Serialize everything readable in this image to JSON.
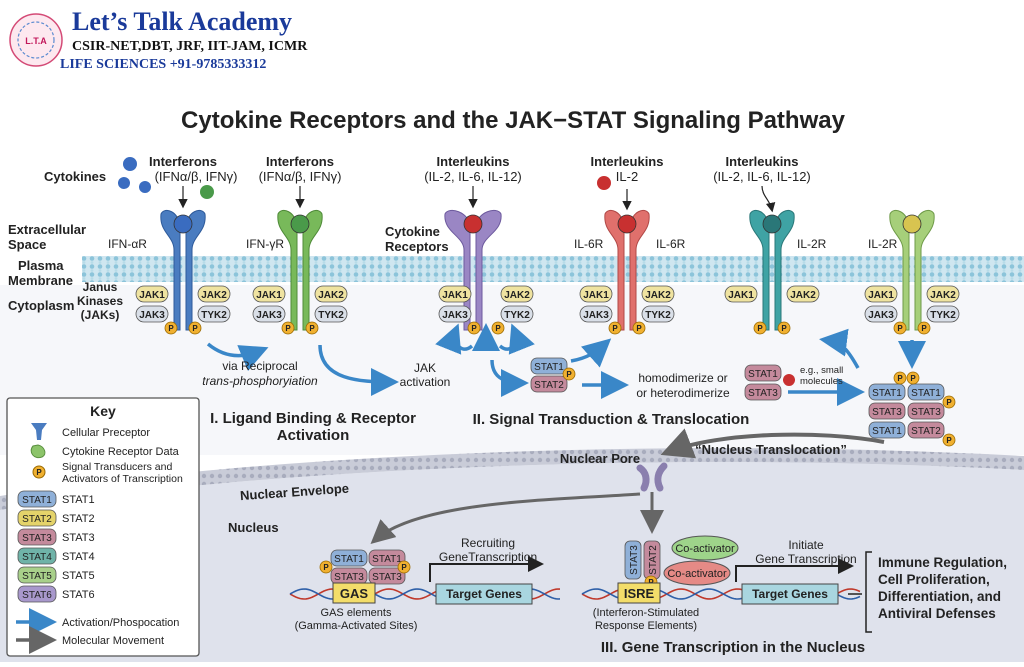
{
  "brand": {
    "name": "Let’s Talk Academy",
    "line2": "CSIR-NET,DBT, JRF, IIT-JAM, ICMR",
    "line3": "LIFE SCIENCES  +91-9785333312",
    "logo_text": "L.T.A"
  },
  "title": "Cytokine Receptors and the JAK−STAT Signaling Pathway",
  "regions": {
    "extracellular": [
      "Extracellular",
      "Space"
    ],
    "membrane": [
      "Plasma",
      "Membrane"
    ],
    "cytoplasm": "Cytoplasm",
    "nuclear_envelope": "Nuclear Envelope",
    "nucleus": "Nucleus",
    "nuclear_pore": "Nuclear Pore"
  },
  "cytokines_label": "Cytokines",
  "jak_label": [
    "Janus",
    "Kinases",
    "(JAKs)"
  ],
  "cytokine_receptors_label": [
    "Cytokine",
    "Receptors"
  ],
  "receptor_headers": [
    [
      "Interferons",
      "(IFNα/β, IFNγ)"
    ],
    [
      "Interferons",
      "(IFNα/β, IFNγ)"
    ],
    [
      "Interleukins",
      "(IL-2, IL-6, IL-12)"
    ],
    [
      "Interleukins",
      "IL-2"
    ],
    [
      "Interleukins",
      "(IL-2, IL-6, IL-12)"
    ]
  ],
  "receptor_labels": [
    "IFN-αR",
    "IFN-γR",
    "IL-6R",
    "IL-6R",
    "IL-2R",
    "IL-2R"
  ],
  "jaks": {
    "jak1": "JAK1",
    "jak2": "JAK2",
    "jak3": "JAK3",
    "tyk2": "TYK2"
  },
  "p": "P",
  "arrow_texts": {
    "reciprocal": [
      "via Reciprocal",
      "trans-phosphoryiation"
    ],
    "jak_activation": [
      "JAK",
      "activation"
    ],
    "dimerize": [
      "homodimerize or",
      "or heterodimerize"
    ],
    "small_molecules": [
      "e.g., small",
      "molecules"
    ],
    "nucleus_translocation": "“Nucleus Translocation”",
    "recruiting": [
      "Recruiting",
      "GeneTranscription"
    ],
    "initiate": [
      "Initiate",
      "Gene Transcription"
    ]
  },
  "stats": {
    "stat1": "STAT1",
    "stat2": "STAT2",
    "stat3": "STAT3"
  },
  "sections": {
    "s1": [
      "I. Ligand Binding & Receptor",
      "Activation"
    ],
    "s2": "II. Signal Transduction & Translocation",
    "s3": "III. Gene Transcription in the Nucleus"
  },
  "gas": {
    "box": "GAS",
    "target": "Target Genes",
    "caption": [
      "GAS elements",
      "(Gamma-Activated Sites)"
    ]
  },
  "isre": {
    "box": "ISRE",
    "target": "Target Genes",
    "caption": [
      "(Interferon-Stimulated",
      "Response Elements)"
    ],
    "coactivator": "Co-activator"
  },
  "outcomes": [
    "Immune Regulation,",
    "Cell Proliferation,",
    "Differentiation, and",
    "Antiviral Defenses"
  ],
  "key": {
    "title": "Key",
    "items": [
      {
        "icon": "receptor-icon",
        "label": "Cellular Preceptor"
      },
      {
        "icon": "cytokine-icon",
        "label": "Cytokine Receptor Data"
      },
      {
        "icon": "phosphate-icon",
        "label": [
          "Signal Transducers and",
          "Activators of Transcription"
        ]
      }
    ],
    "stats": [
      {
        "badge": "STAT1",
        "label": "STAT1",
        "color": "#8fb0d8"
      },
      {
        "badge": "STAT2",
        "label": "STAT2",
        "color": "#e4d36a"
      },
      {
        "badge": "STAT3",
        "label": "STAT3",
        "color": "#c48a9c"
      },
      {
        "badge": "STAT4",
        "label": "STAT4",
        "color": "#6fb3a8"
      },
      {
        "badge": "STAT5",
        "label": "STAT5",
        "color": "#a8d08a"
      },
      {
        "badge": "STAT6",
        "label": "STAT6",
        "color": "#a898cc"
      }
    ],
    "arrows": [
      "Activation/Phospocation",
      "Molecular Movement"
    ]
  },
  "colors": {
    "blue_arrow": "#3a87c8",
    "gray_arrow": "#6a6a6a",
    "phosphate": "#f0b030",
    "jak": "#efe3a0",
    "jak_dark": "#d9dfe8",
    "nucleus": "#dde0ea"
  }
}
